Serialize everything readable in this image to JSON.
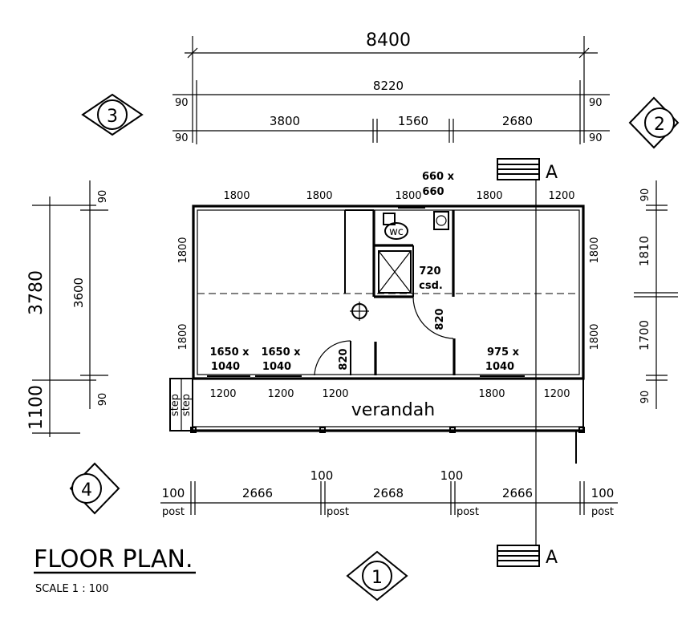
{
  "title": "FLOOR PLAN.",
  "scale": "SCALE 1 : 100",
  "markers": {
    "m1": "1",
    "m2": "2",
    "m3": "3",
    "m4": "4"
  },
  "section_mark": "A",
  "room_label": "verandah",
  "wc_label": "wc",
  "step_label": "step",
  "post_label": "post",
  "top_dims": {
    "overall": "8400",
    "inner": "8220",
    "edge": "90",
    "segments": [
      "3800",
      "1560",
      "2680"
    ]
  },
  "left_dims": {
    "overall": "3780",
    "inner": "3600",
    "edge": "90",
    "verandah": "1100"
  },
  "right_dims": {
    "edge": "90",
    "upper": "1810",
    "lower": "1700"
  },
  "bottom_dims": {
    "post": "100",
    "bays": [
      "2666",
      "2668",
      "2666"
    ]
  },
  "wall_dims": {
    "top": [
      "1800",
      "1800",
      "1800",
      "1800",
      "1200"
    ],
    "bottom": [
      "1200",
      "1200",
      "1200",
      "1800",
      "1200"
    ],
    "left": [
      "1800",
      "1800"
    ],
    "right": [
      "1800",
      "1800"
    ]
  },
  "openings": {
    "window_top": "660 x",
    "window_top_b": "660",
    "door_csd": "720",
    "door_csd_b": "csd.",
    "door_820": "820",
    "win_a": "1650 x",
    "win_a_b": "1040",
    "win_b": "1650 x",
    "win_b_b": "1040",
    "win_c": "975 x",
    "win_c_b": "1040"
  }
}
